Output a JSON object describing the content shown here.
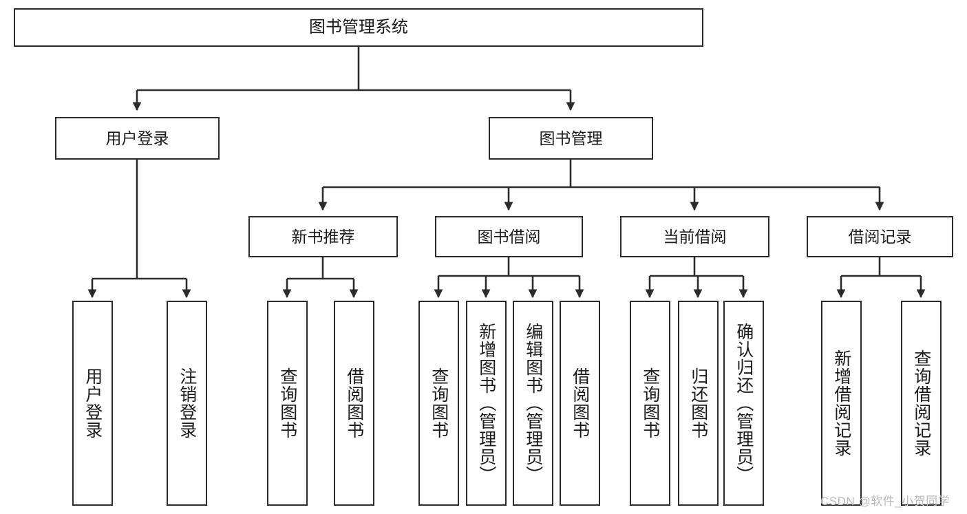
{
  "diagram": {
    "title": "图书管理系统",
    "type": "tree-hierarchy-chart",
    "stroke_color": "#2b2b2b",
    "fill_color": "#ffffff",
    "text_color": "#1a1a1a"
  },
  "nodes": {
    "root": {
      "label": "图书管理系统"
    },
    "level2": [
      {
        "label": "用户登录"
      },
      {
        "label": "图书管理"
      }
    ],
    "level3": [
      {
        "label": "新书推荐"
      },
      {
        "label": "图书借阅"
      },
      {
        "label": "当前借阅"
      },
      {
        "label": "借阅记录"
      }
    ],
    "leaves_user_login": [
      {
        "label": "用户登录"
      },
      {
        "label": "注销登录"
      }
    ],
    "leaves_new_book": [
      {
        "label": "查询图书"
      },
      {
        "label": "借阅图书"
      }
    ],
    "leaves_book_borrow": [
      {
        "label": "查询图书"
      },
      {
        "label": "新增图书（管理员）"
      },
      {
        "label": "编辑图书（管理员）"
      },
      {
        "label": "借阅图书"
      }
    ],
    "leaves_current_borrow": [
      {
        "label": "查询图书"
      },
      {
        "label": "归还图书"
      },
      {
        "label": "确认归还（管理员）"
      }
    ],
    "leaves_borrow_record": [
      {
        "label": "新增借阅记录"
      },
      {
        "label": "查询借阅记录"
      }
    ]
  },
  "watermark": {
    "text": "CSDN @软件_小贺同学"
  }
}
